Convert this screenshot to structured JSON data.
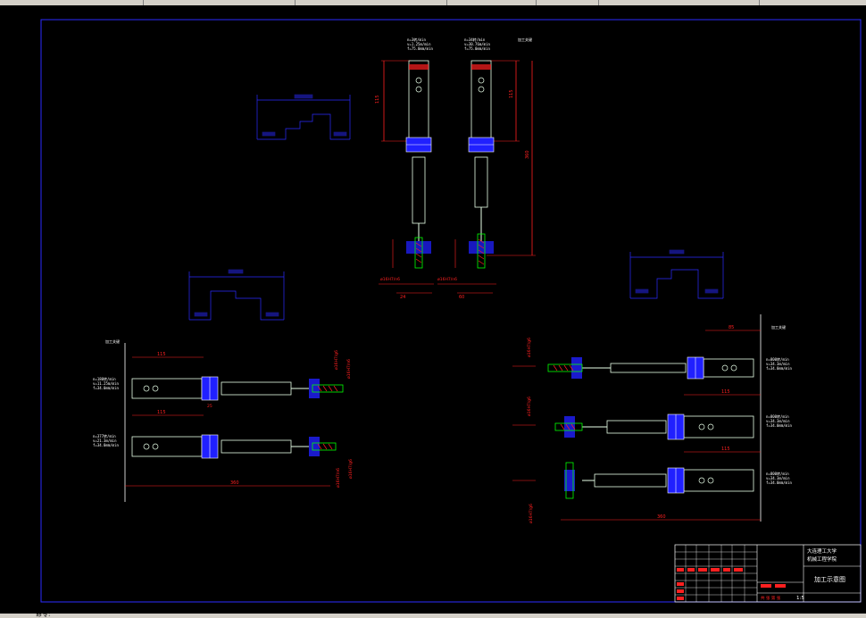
{
  "colors": {
    "background": "#000000",
    "frame": "#2b2bff",
    "dimension": "#ff2020",
    "part": "#e8ffe8",
    "blue_block": "#2020ff",
    "green_thread": "#00ff00",
    "title_text": "#ffffff"
  },
  "top_view": {
    "left_params": [
      "n=3转/min",
      "v=1.25m/min",
      "f=75.0mm/min"
    ],
    "right_params": [
      "n=34转/min",
      "v=30.76m/min",
      "f=75.0mm/min"
    ],
    "dim_height": "115",
    "dim_total": "360",
    "fit_left": "ø16H7/n6",
    "fit_right": "ø16H7/n6",
    "bot_left": "24",
    "bot_right": "60",
    "ref_label": "加工关键"
  },
  "left_view": {
    "params_1": [
      "n=180转/min",
      "v=11.25m/min",
      "f=34.0mm/min"
    ],
    "params_2": [
      "n=377转/min",
      "v=21.3m/min",
      "f=34.0mm/min"
    ],
    "dim_115": "115",
    "dim_25": "25",
    "dim_360": "360",
    "fit_a": "ø16H7/g6",
    "fit_b": "ø16H7/n6",
    "ref_label": "加工关键"
  },
  "right_view": {
    "params_1": [
      "n=800转/min",
      "v=34.3m/min",
      "f=34.0mm/min"
    ],
    "params_2": [
      "n=800转/min",
      "v=34.3m/min",
      "f=34.0mm/min"
    ],
    "params_3": [
      "n=800转/min",
      "v=34.3m/min",
      "f=34.0mm/min"
    ],
    "dim_85": "85",
    "dim_115": "115",
    "dim_360": "360",
    "fit": "ø16H7/g6",
    "ref_label": "加工关键"
  },
  "title_block": {
    "school_line1": "大连理工大学",
    "school_line2": "机械工程学院",
    "drawing_title": "加工示意图",
    "scale": "1:5",
    "sheet_info": "共  张  第  张"
  },
  "status_text": "命令:"
}
